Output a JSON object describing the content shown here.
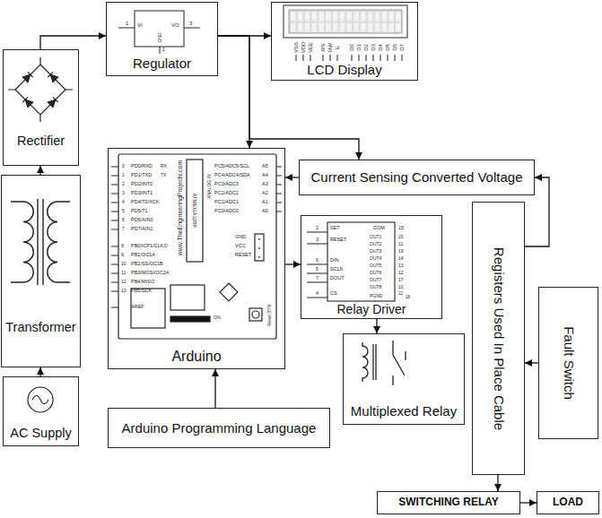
{
  "diagram": {
    "nodes": [
      {
        "text": [
          "Regulator"
        ]
      },
      {
        "text": [
          "LCD Display"
        ]
      },
      {
        "text": [
          "Rectifier"
        ]
      },
      {
        "text": [
          "Transformer"
        ]
      },
      {
        "text": [
          "AC Supply"
        ]
      },
      {
        "text": [
          "Arduino"
        ]
      },
      {
        "text": [
          "Current Sensing Converted Voltage"
        ]
      },
      {
        "text": [
          "Relay Driver"
        ]
      },
      {
        "text": [
          "Multiplexed Relay"
        ]
      },
      {
        "text": [
          "Registers Used In Place Cable"
        ]
      },
      {
        "text": [
          "Fault Switch"
        ]
      },
      {
        "text": [
          "Arduino Programming Language"
        ]
      },
      {
        "text": [
          "SWITCHING RELAY"
        ]
      },
      {
        "text": [
          "LOAD"
        ]
      }
    ],
    "edges": [
      {
        "from": 4,
        "to": 3,
        "arrow": "to"
      },
      {
        "from": 3,
        "to": 2,
        "arrow": "to"
      },
      {
        "from": 2,
        "to": 0,
        "arrow": "to"
      },
      {
        "from": 0,
        "to": 1,
        "arrow": "to"
      },
      {
        "from": 0,
        "to": 5,
        "arrow": "to"
      },
      {
        "from": 0,
        "to": 6,
        "arrow": "to"
      },
      {
        "from": 6,
        "to": 5,
        "arrow": "to"
      },
      {
        "from": 5,
        "to": 7,
        "arrow": "to"
      },
      {
        "from": 7,
        "to": 8,
        "arrow": "to"
      },
      {
        "from": 9,
        "to": 6,
        "arrow": "to"
      },
      {
        "from": 10,
        "to": 9,
        "arrow": "to"
      },
      {
        "from": 11,
        "to": 5,
        "arrow": "to"
      },
      {
        "from": 9,
        "to": 12,
        "arrow": "to"
      },
      {
        "from": 12,
        "to": 13,
        "arrow": "to"
      }
    ],
    "labels": [
      "1",
      "VI",
      "3",
      "VO",
      "GND",
      "2",
      "VSS",
      "VDD",
      "VEE",
      "RS",
      "RW",
      "E",
      "D0",
      "D1",
      "D2",
      "D3",
      "D4",
      "D5",
      "D6",
      "D7",
      "www.TheEngineeringProjects.com",
      "0",
      "PD0/RXD",
      "1",
      "PD1/TXD",
      "2",
      "PD2/INT0",
      "3",
      "PD3/INT1",
      "4",
      "PD4/T0/XCK",
      "5",
      "PD5/T1",
      "6",
      "PD6/AIN0",
      "7",
      "PD7/AIN1",
      "RX",
      "TX",
      "8",
      "PB0/ICP1/CLKO",
      "9",
      "PB1/OC1A",
      "10",
      "PB2/SS/OC1B",
      "11",
      "PB3/MOSI/OC2A",
      "12",
      "PB4/MISO",
      "13",
      "PB5/SCK",
      "AREF",
      "ATMEGA328P",
      "ANALOG IN",
      "PC5/ADC5/SCL",
      "A5",
      "PC4/ADC4/SDA",
      "A4",
      "PC3/ADC3",
      "A3",
      "PC2/ADC2",
      "A2",
      "PC1/ADC1",
      "A1",
      "PC0/ADC0",
      "A0",
      "GND",
      "VCC",
      "RESET",
      "ON",
      "Reset BTN",
      "2",
      "SET",
      "3",
      "RESET",
      "6",
      "DIN",
      "5",
      "SCLK",
      "7",
      "DOUT",
      "4",
      "CS",
      "15",
      "COM",
      "OUT1",
      "20",
      "OUT2",
      "11",
      "OUT3",
      "19",
      "OUT4",
      "14",
      "OUT5",
      "13",
      "OUT6",
      "12",
      "OUT7",
      "17",
      "OUT8",
      "10",
      "PGND",
      "12",
      "18"
    ]
  }
}
